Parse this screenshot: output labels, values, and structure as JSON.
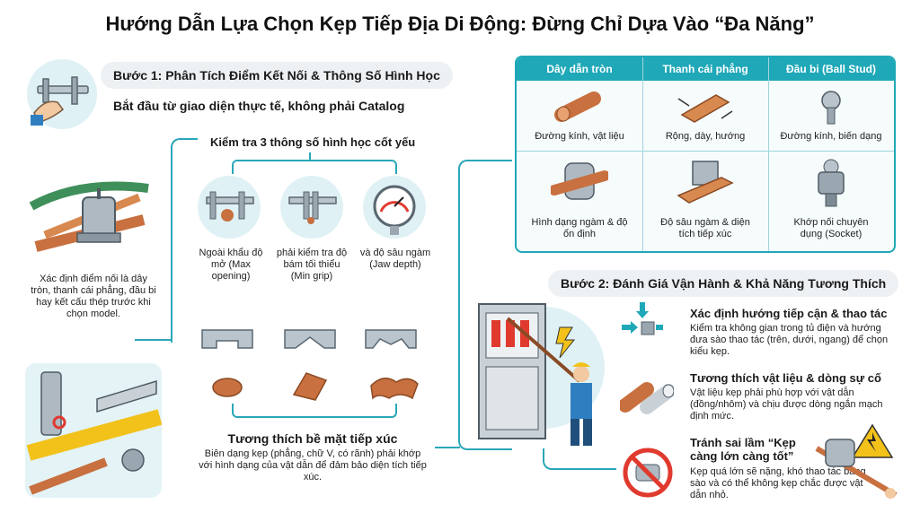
{
  "title": "Hướng Dẫn Lựa Chọn Kẹp Tiếp Địa Di Động: Đừng Chỉ Dựa Vào “Đa Năng”",
  "step1": {
    "heading": "Bước 1: Phân Tích Điểm Kết Nối & Thông Số Hình Học",
    "subheading": "Bắt đầu từ giao diện thực tế, không phải Catalog",
    "identify_text": "Xác định điểm nối là dây tròn, thanh cái phẳng, đầu bi hay kết cấu thép trước khi chọn model.",
    "geometry_title": "Kiểm tra 3 thông số hình học cốt yếu",
    "params": [
      {
        "label": "Ngoài khẩu độ mở (Max opening)"
      },
      {
        "label": "phải kiểm tra độ bám tối thiểu (Min grip)"
      },
      {
        "label": "và độ sâu ngàm (Jaw depth)"
      }
    ],
    "surface_title": "Tương thích bề mặt tiếp xúc",
    "surface_text": "Biên dạng kẹp (phẳng, chữ V, có rãnh) phải khớp với hình dạng của vật dẫn để đảm bảo diện tích tiếp xúc."
  },
  "table": {
    "columns": [
      {
        "header": "Dây dẫn tròn",
        "row1": "Đường kính, vật liệu",
        "row2": "Hình dạng ngàm & độ ổn định"
      },
      {
        "header": "Thanh cái phẳng",
        "row1": "Rộng, dày, hướng",
        "row2": "Độ sâu ngàm & diện tích tiếp xúc"
      },
      {
        "header": "Đầu bi (Ball Stud)",
        "row1": "Đường kính, biến dạng",
        "row2": "Khớp nối chuyên dụng (Socket)"
      }
    ]
  },
  "step2": {
    "heading": "Bước 2: Đánh Giá Vận Hành & Khả Năng Tương Thích",
    "items": [
      {
        "title": "Xác định hướng tiếp cận & thao tác",
        "text": "Kiểm tra không gian trong tủ điện và hướng đưa sào thao tác (trên, dưới, ngang) để chọn kiểu kẹp."
      },
      {
        "title": "Tương thích vật liệu & dòng sự cố",
        "text": "Vật liệu kẹp phải phù hợp với vật dẫn (đồng/nhôm) và chịu được dòng ngắn mạch định mức."
      },
      {
        "title": "Tránh sai lầm “Kẹp càng lớn càng tốt”",
        "text": "Kẹp quá lớn sẽ nặng, khó thao tác bằng sào và có thể không kẹp chắc được vật dẫn nhỏ."
      }
    ]
  },
  "colors": {
    "accent": "#1fa8b8",
    "copper": "#c8703f",
    "warning": "#f2c21b",
    "danger": "#e03a2f"
  }
}
